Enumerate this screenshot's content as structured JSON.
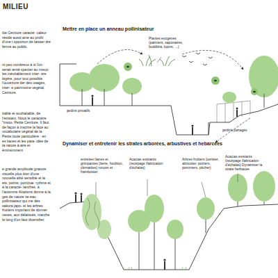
{
  "diagram": {
    "title": "MILIEU",
    "labels": [
      "tite Ceinture caracté- valeur réside aussi aine au profit d'une t opportun de laisser dre fermé au public.",
      "nt peu nombreux à si l'on serait tenté specter au mieux les inévitablement inter- ère légère, pour tout possible l'ouverture der des usages, inter- e patrimoine végétal, Ceinture.",
      "ttable et souhaitable, de l'existant. Nous le caractère \"insou- Petite Ceinture. Il faut de façon à inscrire la face au vocabulaire végétal de la Petite toute particulière : en es lianes et les para- idée de la nature à aire et éminemment",
      "e grande amplitude gnature visuelle plus ition d'une nouvelle alité sensible et la ets, points, ponctua- rythme et à la caracté- lanches, à l'automne ifications donne à la ges de nature se eau pollinisateur qui me des sakura japo- et les arbres fruitiers important de donner nexes, aux délaissés, marche le long d'un faut diversifier.",
      "Mettre en place un anneau pollinisateur",
      "Plantes exogènes (palmiers, saponaires, buddléia, lupins, ...)",
      "jardins privatifs",
      "jardins partagés",
      "Dynamiser et entretenir les strates arborées, arbustives et hebarcées",
      "entretien lianes et grimpantes (lierre, houblon, clématites) ronces et framboisier",
      "Acacias existants (recépage /fabrication d'échalas)",
      "Arbres fruitiers (cerisier, abricotier, poiriers, pommiers, pêcher)",
      "Acacias existants (recépage /fabrication d'échalas) Dynamiser la strate herbacée"
    ]
  }
}
